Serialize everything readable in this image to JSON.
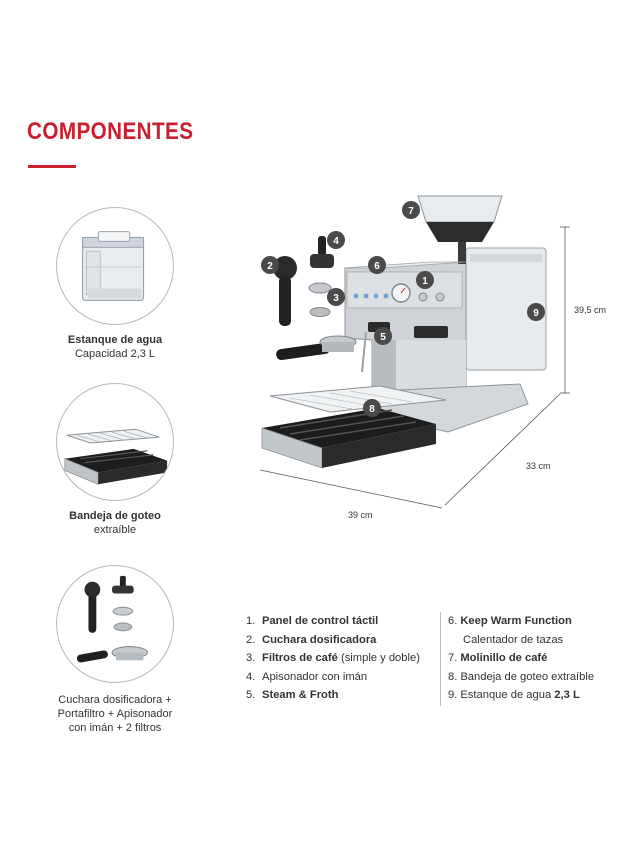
{
  "page": {
    "title": "COMPONENTES"
  },
  "features": [
    {
      "title": "Estanque de agua",
      "sub": "Capacidad 2,3 L"
    },
    {
      "title": "Bandeja de goteo",
      "sub": "extraíble"
    },
    {
      "lines": [
        "Cuchara dosificadora +",
        "Portafiltro + Apisonador",
        "con imán + 2 filtros"
      ]
    }
  ],
  "dimensions": {
    "height": "39,5 cm",
    "depth": "33 cm",
    "width": "39 cm"
  },
  "badges": [
    "1",
    "2",
    "3",
    "4",
    "5",
    "6",
    "7",
    "8",
    "9"
  ],
  "legend": {
    "left": [
      {
        "num": "1.",
        "bold": "Panel de control táctil",
        "rest": ""
      },
      {
        "num": "2.",
        "bold": "Cuchara dosificadora",
        "rest": ""
      },
      {
        "num": "3.",
        "bold": "Filtros de café",
        "rest": " (simple y doble)"
      },
      {
        "num": "4.",
        "bold": "",
        "rest": "Apisonador con imán"
      },
      {
        "num": "5.",
        "bold": "Steam & Froth",
        "rest": ""
      }
    ],
    "right": [
      {
        "num": "6.",
        "bold": "Keep Warm Function",
        "rest": ""
      },
      {
        "num": "",
        "bold": "",
        "rest": "Calentador de tazas"
      },
      {
        "num": "7.",
        "bold": "Molinillo de café",
        "rest": ""
      },
      {
        "num": "8.",
        "bold": "",
        "rest": "Bandeja de goteo extraíble"
      },
      {
        "num": "9.",
        "bold": "",
        "rest": "Estanque de agua ",
        "tail": "2,3 L"
      }
    ]
  },
  "colors": {
    "accent": "#c8202f",
    "badge": "#4a4a4a",
    "steel": "#c9cdd1",
    "dark": "#1e1e1e"
  }
}
